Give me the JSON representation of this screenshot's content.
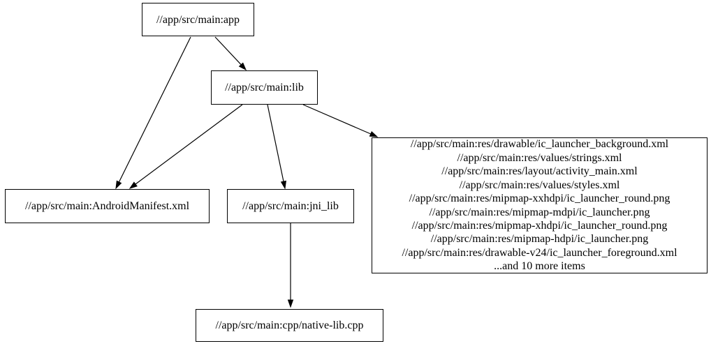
{
  "diagram": {
    "type": "dependency-graph",
    "background_color": "#ffffff",
    "node_border_color": "#000000",
    "edge_color": "#000000",
    "text_color": "#000000",
    "nodes": {
      "app": {
        "label": "//app/src/main:app"
      },
      "lib": {
        "label": "//app/src/main:lib"
      },
      "manifest": {
        "label": "//app/src/main:AndroidManifest.xml"
      },
      "jni_lib": {
        "label": "//app/src/main:jni_lib"
      },
      "native_lib": {
        "label": "//app/src/main:cpp/native-lib.cpp"
      },
      "res_group": {
        "lines": [
          "//app/src/main:res/drawable/ic_launcher_background.xml",
          "//app/src/main:res/values/strings.xml",
          "//app/src/main:res/layout/activity_main.xml",
          "//app/src/main:res/values/styles.xml",
          "//app/src/main:res/mipmap-xxhdpi/ic_launcher_round.png",
          "//app/src/main:res/mipmap-mdpi/ic_launcher.png",
          "//app/src/main:res/mipmap-xhdpi/ic_launcher_round.png",
          "//app/src/main:res/mipmap-hdpi/ic_launcher.png",
          "//app/src/main:res/drawable-v24/ic_launcher_foreground.xml",
          "...and 10 more items"
        ]
      }
    },
    "edges": [
      {
        "from": "app",
        "to": "manifest"
      },
      {
        "from": "app",
        "to": "lib"
      },
      {
        "from": "lib",
        "to": "manifest"
      },
      {
        "from": "lib",
        "to": "jni_lib"
      },
      {
        "from": "lib",
        "to": "res_group"
      },
      {
        "from": "jni_lib",
        "to": "native_lib"
      }
    ]
  }
}
